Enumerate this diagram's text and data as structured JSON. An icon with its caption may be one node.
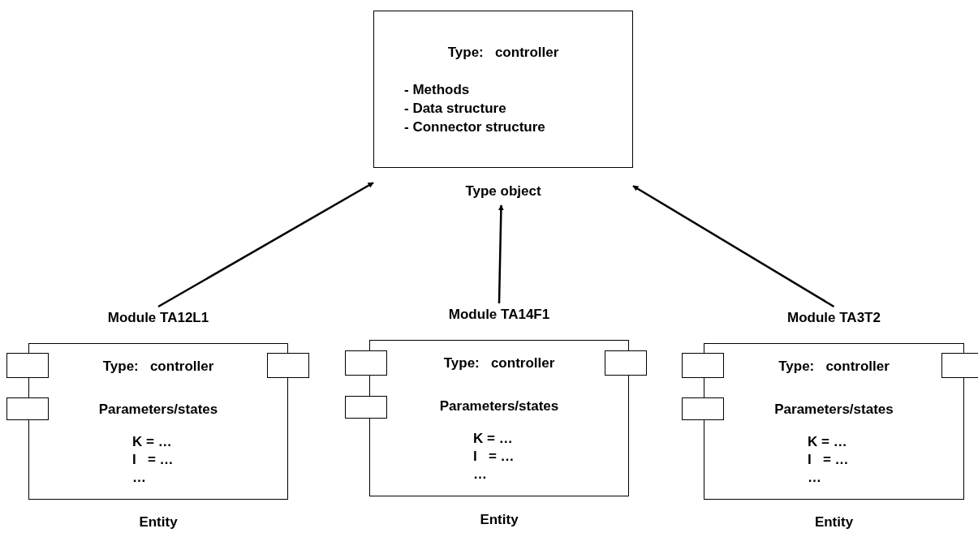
{
  "diagram": {
    "nodes": [
      {
        "text": [
          "Type:   controller",
          "- Methods",
          "- Data structure",
          "- Connector structure",
          "Type object"
        ]
      },
      {
        "text": [
          "Module TA12L1",
          "Type:   controller",
          "Parameters/states",
          "K = …",
          "I   = …",
          "…"
        ],
        "beside": [
          "Entity"
        ]
      },
      {
        "text": [
          "Module TA14F1",
          "Type:   controller",
          "Parameters/states",
          "K = …",
          "I   = …",
          "…"
        ],
        "beside": [
          "Entity"
        ]
      },
      {
        "text": [
          "Module TA3T2",
          "Type:   controller",
          "Parameters/states",
          "K = …",
          "I   = …",
          "…"
        ],
        "beside": [
          "Entity"
        ]
      },
      {
        "text": [],
        "shape": "box"
      },
      {
        "text": [],
        "shape": "box"
      },
      {
        "text": [],
        "shape": "box"
      },
      {
        "text": [],
        "shape": "box"
      },
      {
        "text": [],
        "shape": "box"
      },
      {
        "text": [],
        "shape": "box"
      },
      {
        "text": [],
        "shape": "box"
      },
      {
        "text": [],
        "shape": "box"
      },
      {
        "text": [],
        "shape": "box"
      }
    ],
    "edges": [
      {
        "from": 1,
        "to": 0,
        "arrow": "to"
      },
      {
        "from": 2,
        "to": 0,
        "arrow": "to"
      },
      {
        "from": 3,
        "to": 0,
        "arrow": "to"
      }
    ]
  }
}
